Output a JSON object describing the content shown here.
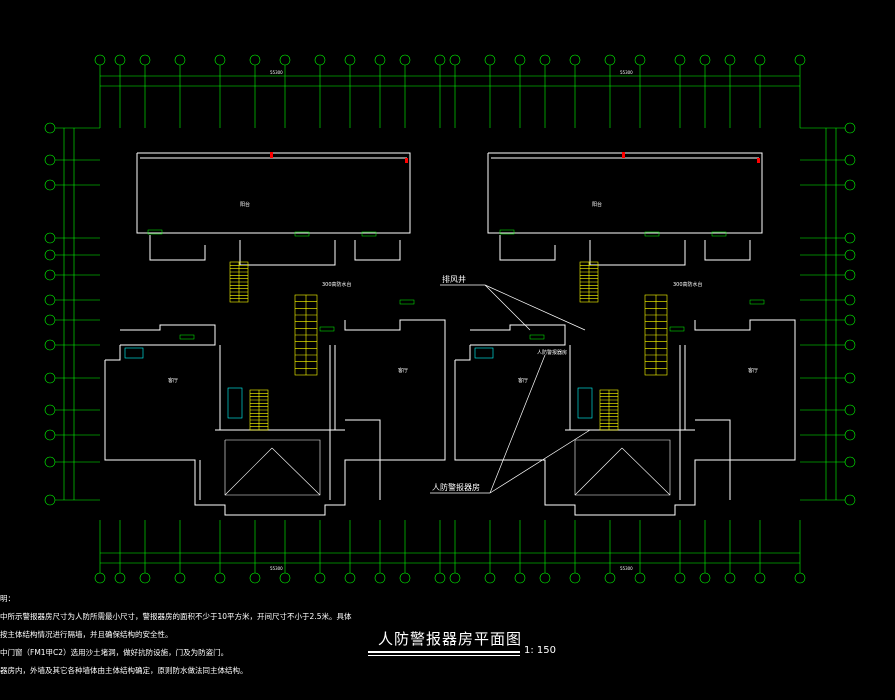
{
  "drawing": {
    "title": "人防警报器房平面图",
    "scale": "1: 150",
    "callouts": {
      "shaft": "排风井",
      "alarm_room": "人防警报器房"
    },
    "overall_dims": {
      "top": "55300",
      "bottom": "55300"
    },
    "rooms": {
      "balcony": "阳台",
      "living": "客厅",
      "stair_note": "300高防水台",
      "alarm_room_small": "人防警报器房"
    },
    "notes": [
      "明：",
      "中所示警报器房尺寸为人防所需最小尺寸，警报器房的面积不少于10平方米，开间尺寸不小于2.5米。具体",
      "按主体结构情况进行隔墙，并且确保结构的安全性。",
      "中门窗（FM1甲C2）选用沙土堵洞，做好抗防设施，门及为防盗门。",
      "器房内，外墙及其它各种墙体由主体结构确定，原则防水做法同主体结构。"
    ],
    "colors": {
      "wall": "#ffffff",
      "axis": "#00ff00",
      "dims": "#00ff00",
      "stair": "#ffff00",
      "marks": "#ff0000",
      "hatch": "#00ffff"
    }
  }
}
